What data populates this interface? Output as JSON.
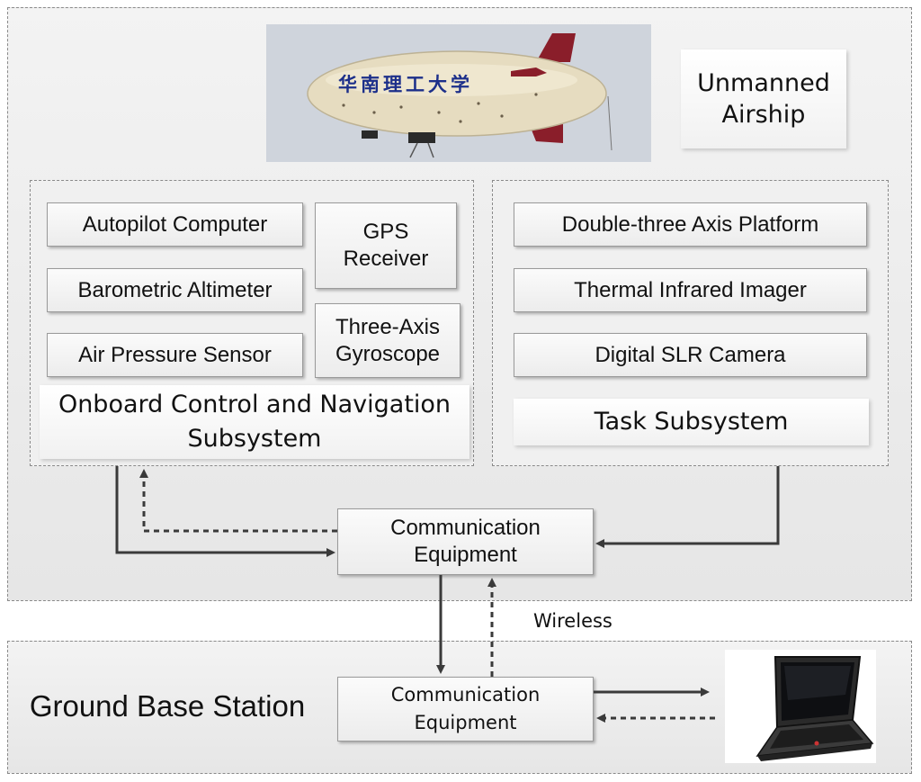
{
  "airship_region": {
    "title": "Unmanned\nAirship",
    "photo": {
      "hull_text": "华南理工大学",
      "sky_color": "#cfd4dc",
      "hull_color": "#e6dcc0",
      "fin_color": "#8a1e2a"
    },
    "onboard": {
      "caption": "Onboard Control and Navigation\nSubsystem",
      "items": [
        "Autopilot Computer",
        "Barometric Altimeter",
        "Air Pressure Sensor",
        "GPS\nReceiver",
        "Three-Axis\nGyroscope"
      ]
    },
    "task": {
      "caption": "Task Subsystem",
      "items": [
        "Double-three Axis Platform",
        "Thermal Infrared Imager",
        "Digital SLR  Camera"
      ]
    },
    "comm": "Communication\nEquipment"
  },
  "ground_region": {
    "title": "Ground Base Station",
    "comm": "Communication\nEquipment",
    "laptop_icon": "laptop-icon"
  },
  "link_label": "Wireless",
  "colors": {
    "line": "#3a3a3a",
    "box_border": "#9a9a9a",
    "region_border": "#8a8a8a"
  }
}
